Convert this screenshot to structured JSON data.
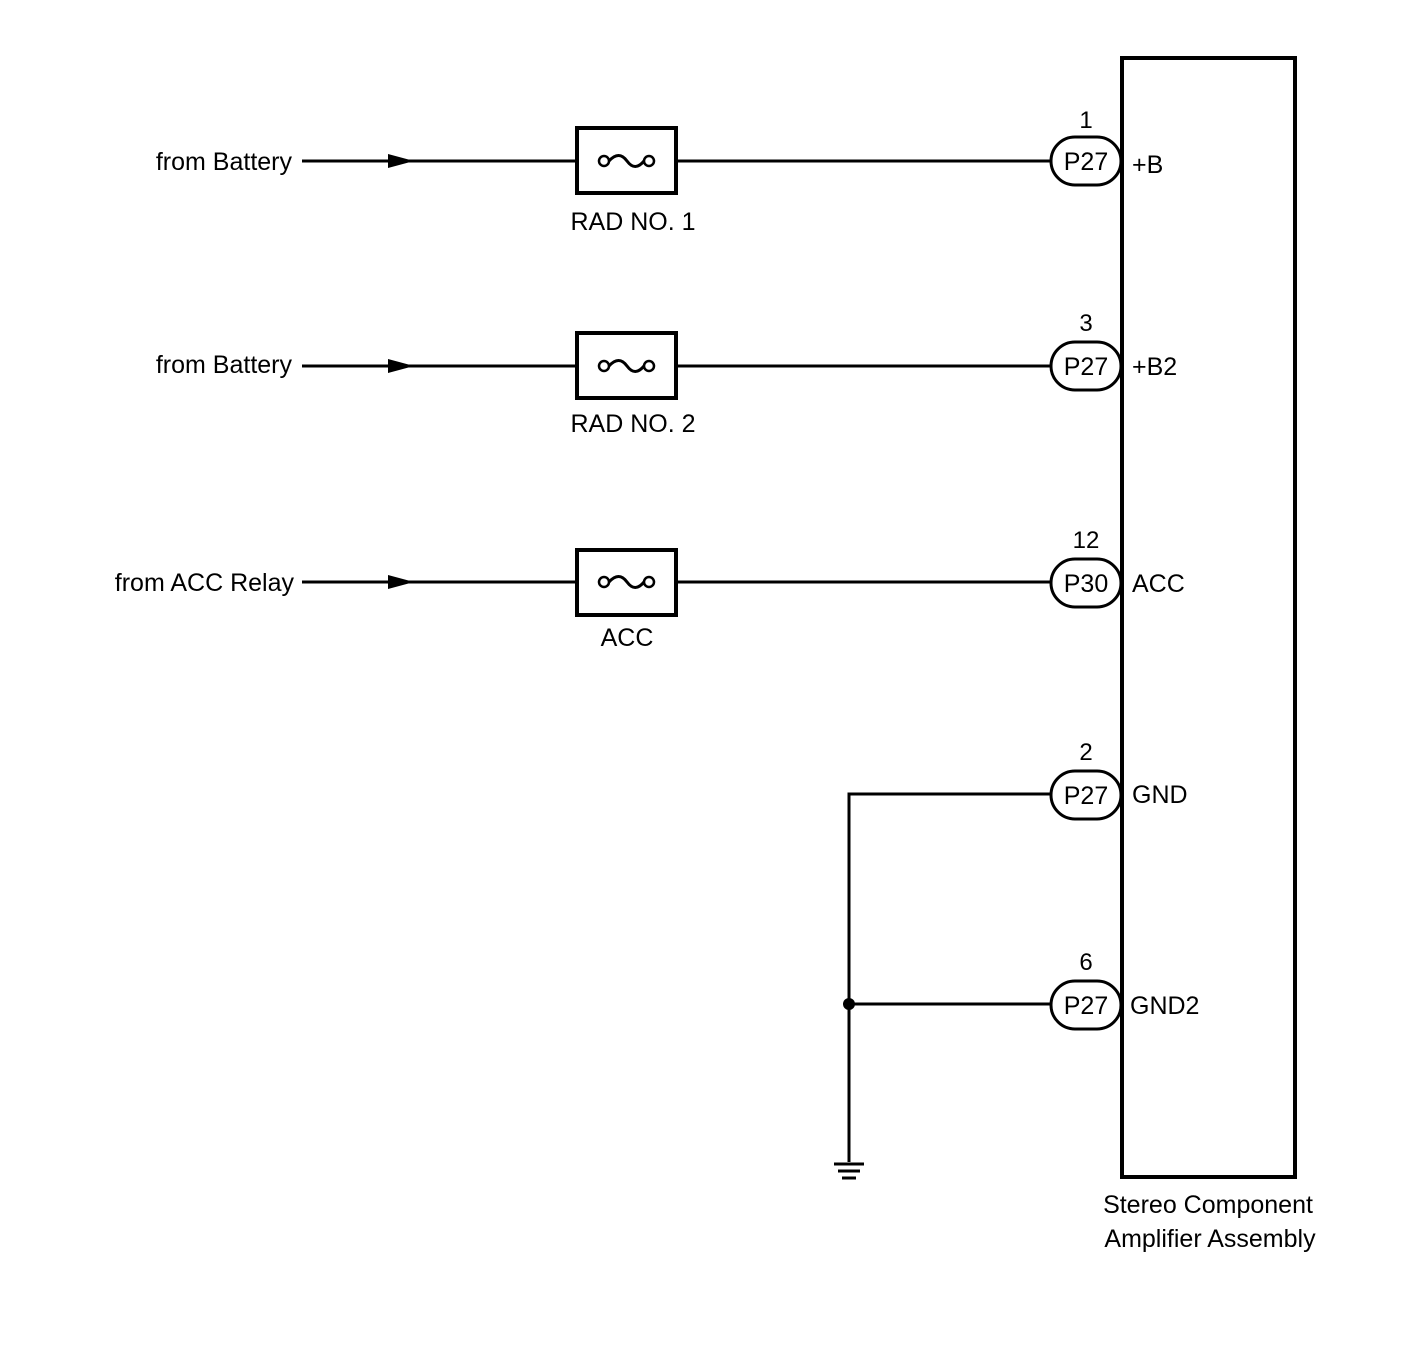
{
  "circuits": [
    {
      "source": "from Battery",
      "fuse": "RAD NO. 1",
      "pin": "1",
      "connector": "P27",
      "terminal": "+B"
    },
    {
      "source": "from Battery",
      "fuse": "RAD NO. 2",
      "pin": "3",
      "connector": "P27",
      "terminal": "+B2"
    },
    {
      "source": "from ACC Relay",
      "fuse": "ACC",
      "pin": "12",
      "connector": "P30",
      "terminal": "ACC"
    }
  ],
  "grounds": [
    {
      "pin": "2",
      "connector": "P27",
      "terminal": "GND"
    },
    {
      "pin": "6",
      "connector": "P27",
      "terminal": "GND2"
    }
  ],
  "component": {
    "line1": "Stereo Component",
    "line2": "Amplifier Assembly"
  }
}
